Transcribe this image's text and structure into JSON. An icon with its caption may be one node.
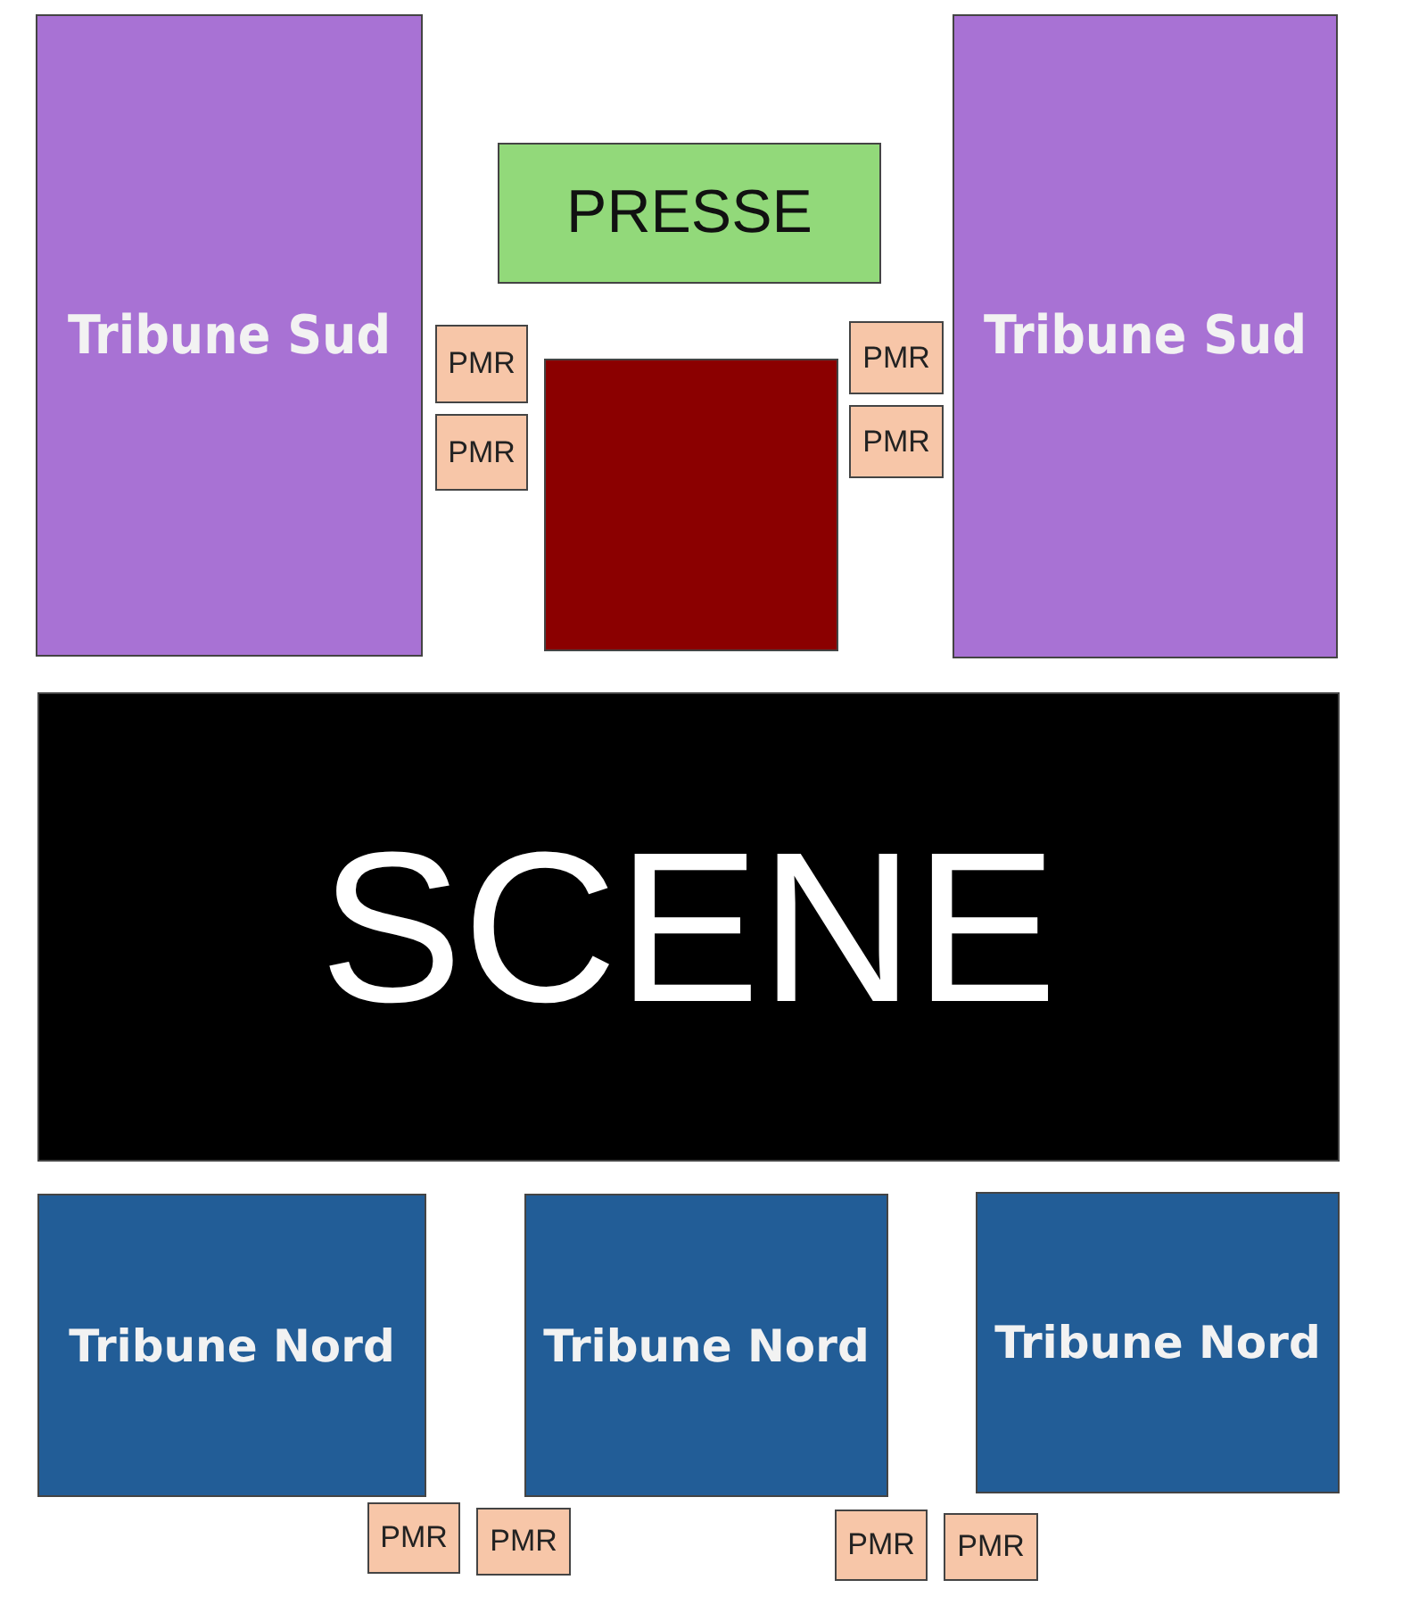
{
  "diagram": {
    "nodes": [
      {
        "text": [
          "Tribune Sud"
        ]
      },
      {
        "text": [
          "PRESSE"
        ]
      },
      {
        "text": [
          "Tribune Sud"
        ]
      },
      {
        "text": [
          "PMR"
        ]
      },
      {
        "text": [
          "PMR"
        ]
      },
      {
        "text": [],
        "shape": "box"
      },
      {
        "text": [
          "PMR"
        ]
      },
      {
        "text": [
          "PMR"
        ]
      },
      {
        "text": [
          "SCENE"
        ]
      },
      {
        "text": [
          "Tribune Nord"
        ]
      },
      {
        "text": [
          "Tribune Nord"
        ]
      },
      {
        "text": [
          "Tribune Nord"
        ]
      },
      {
        "text": [
          "PMR"
        ]
      },
      {
        "text": [
          "PMR"
        ]
      },
      {
        "text": [
          "PMR"
        ]
      },
      {
        "text": [
          "PMR"
        ]
      }
    ]
  }
}
